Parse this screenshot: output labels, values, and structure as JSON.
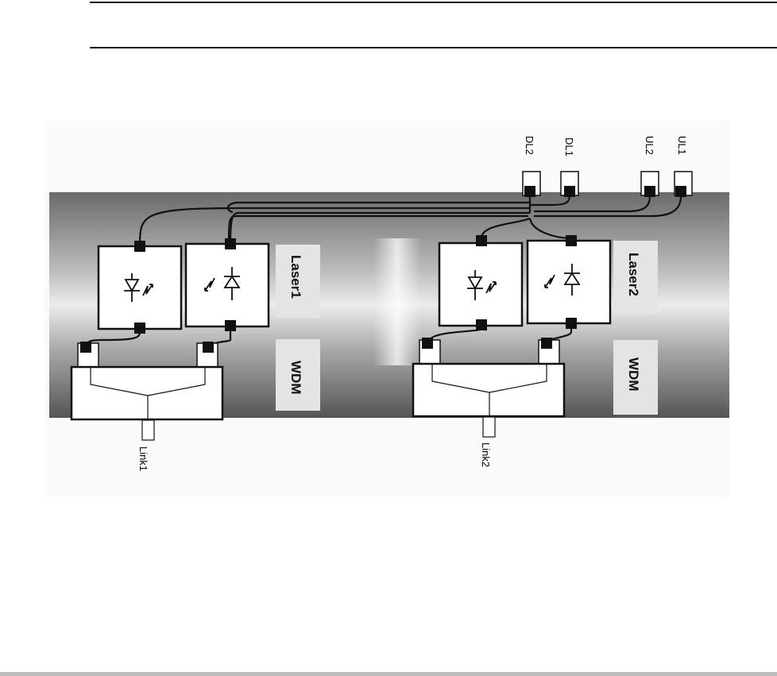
{
  "colors": {
    "cylinder_dark": "#5e5e5e",
    "cylinder_light": "#e6e6e6",
    "component_fill": "#ffffff",
    "connector": "#111111",
    "label_panel": "#e4e4e4"
  },
  "ports": {
    "dl2": "DL2",
    "dl1": "DL1",
    "ul2": "UL2",
    "ul1": "UL1"
  },
  "module1": {
    "laser_label": "Laser1",
    "wdm_label": "WDM",
    "link_label": "Link1",
    "transmitter_icon": "laser-diode-icon",
    "receiver_icon": "photodiode-icon"
  },
  "module2": {
    "laser_label": "Laser2",
    "wdm_label": "WDM",
    "link_label": "Link2",
    "transmitter_icon": "laser-diode-icon",
    "receiver_icon": "photodiode-icon"
  }
}
